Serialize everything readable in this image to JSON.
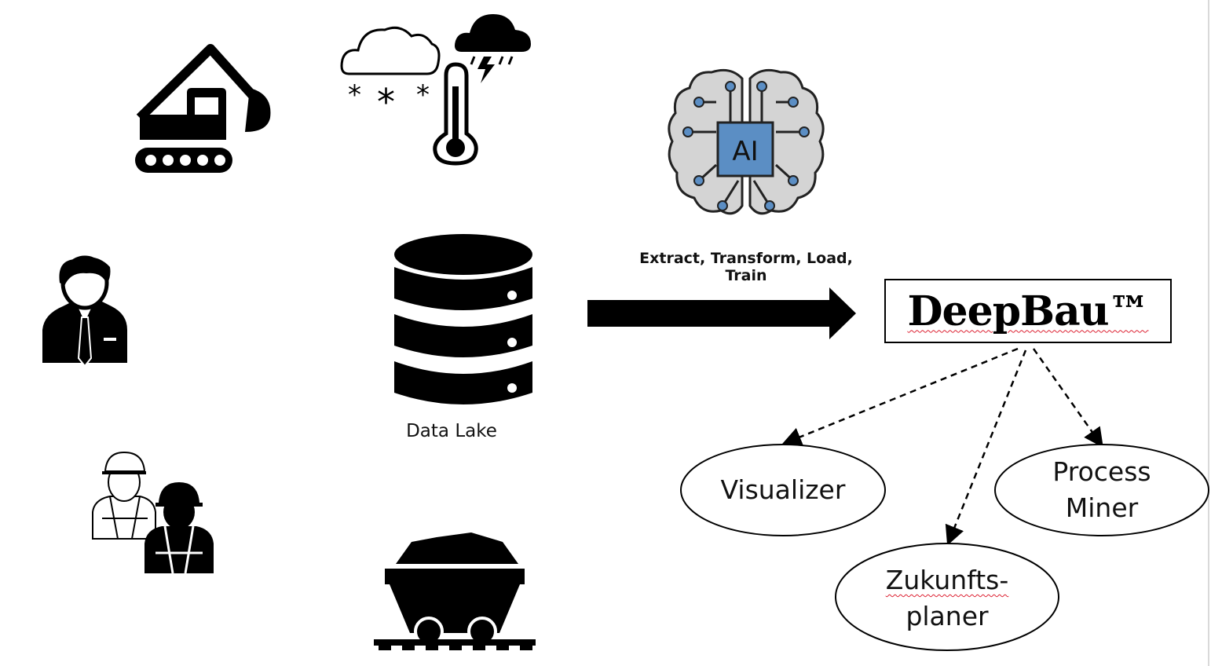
{
  "icons": {
    "excavator": "excavator-icon",
    "weather": "weather-icon",
    "ai_brain": "ai-brain-icon",
    "business_person": "business-person-icon",
    "database": "database-icon",
    "workers": "construction-workers-icon",
    "mine_cart": "mine-cart-icon"
  },
  "ai_chip_label": "AI",
  "etl_label": "Extract, Transform, Load, Train",
  "data_lake_label": "Data Lake",
  "brand": "DeepBau™",
  "nodes": {
    "visualizer": "Visualizer",
    "process_miner_line1": "Process",
    "process_miner_line2": "Miner",
    "planner_line1": "Zukunfts-",
    "planner_line2": "planer"
  },
  "colors": {
    "ink": "#000000",
    "chip_blue": "#5b8ec4",
    "brain_grey": "#d4d4d4",
    "squiggle": "#d22222"
  }
}
